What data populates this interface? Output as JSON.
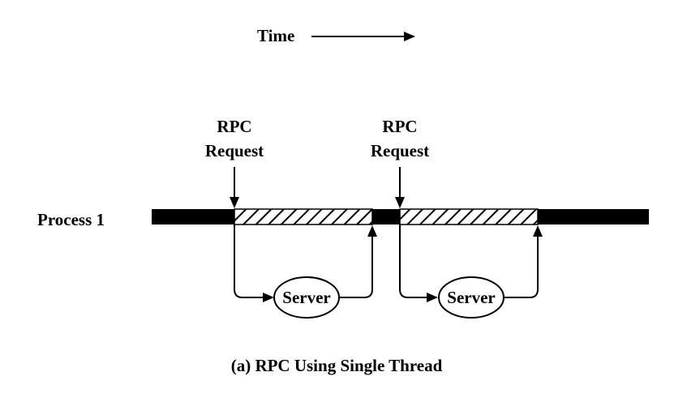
{
  "time_label": "Time",
  "process_label": "Process 1",
  "requests": [
    {
      "line1": "RPC",
      "line2": "Request"
    },
    {
      "line1": "RPC",
      "line2": "Request"
    }
  ],
  "servers": [
    {
      "label": "Server"
    },
    {
      "label": "Server"
    }
  ],
  "caption": "(a) RPC Using Single Thread",
  "colors": {
    "ink": "#000000",
    "background": "#ffffff"
  }
}
